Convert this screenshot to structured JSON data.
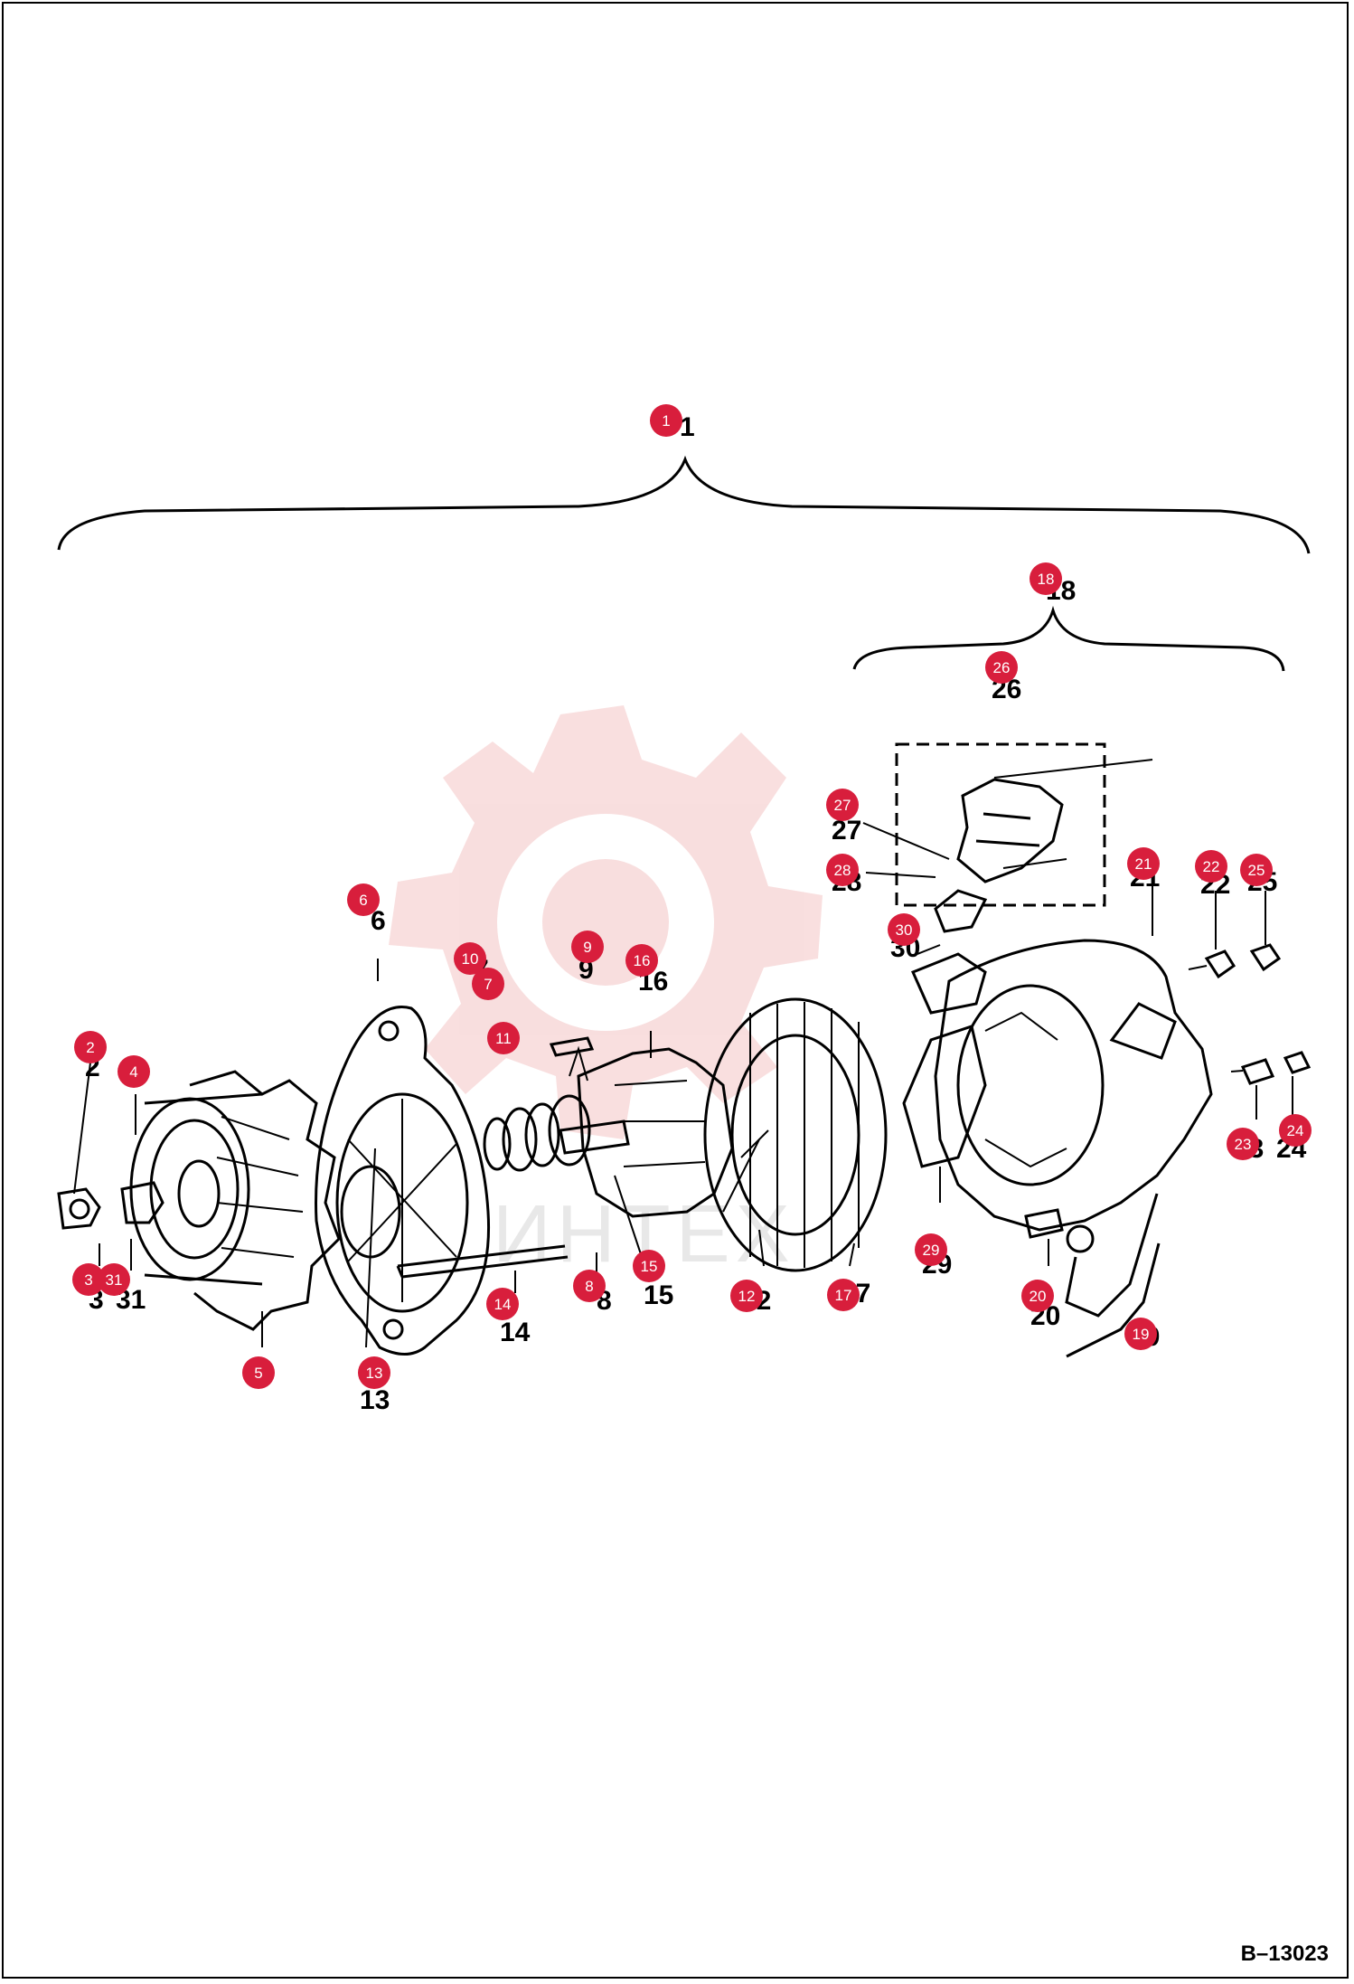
{
  "drawing_ref": "B–13023",
  "watermark_text": "ИНТЕХ",
  "colors": {
    "callout": "#d81e3c",
    "watermark": "#f4c4c4",
    "line": "#000000"
  },
  "callouts": [
    {
      "id": "1",
      "label": "1"
    },
    {
      "id": "2",
      "label": "2"
    },
    {
      "id": "3",
      "label": "3"
    },
    {
      "id": "4",
      "label": "4"
    },
    {
      "id": "5",
      "label": "5"
    },
    {
      "id": "6",
      "label": "6"
    },
    {
      "id": "7",
      "label": "7"
    },
    {
      "id": "8",
      "label": "8"
    },
    {
      "id": "9",
      "label": "9"
    },
    {
      "id": "10",
      "label": "10"
    },
    {
      "id": "11",
      "label": "11"
    },
    {
      "id": "12",
      "label": "12"
    },
    {
      "id": "13",
      "label": "13"
    },
    {
      "id": "14",
      "label": "14"
    },
    {
      "id": "15",
      "label": "15"
    },
    {
      "id": "16",
      "label": "16"
    },
    {
      "id": "17",
      "label": "17"
    },
    {
      "id": "18",
      "label": "18"
    },
    {
      "id": "19",
      "label": "19"
    },
    {
      "id": "20",
      "label": "20"
    },
    {
      "id": "21",
      "label": "21"
    },
    {
      "id": "22",
      "label": "22"
    },
    {
      "id": "23",
      "label": "23"
    },
    {
      "id": "24",
      "label": "24"
    },
    {
      "id": "25",
      "label": "25"
    },
    {
      "id": "26",
      "label": "26"
    },
    {
      "id": "27",
      "label": "27"
    },
    {
      "id": "28",
      "label": "28"
    },
    {
      "id": "29",
      "label": "29"
    },
    {
      "id": "30",
      "label": "30"
    },
    {
      "id": "31",
      "label": "31"
    }
  ]
}
